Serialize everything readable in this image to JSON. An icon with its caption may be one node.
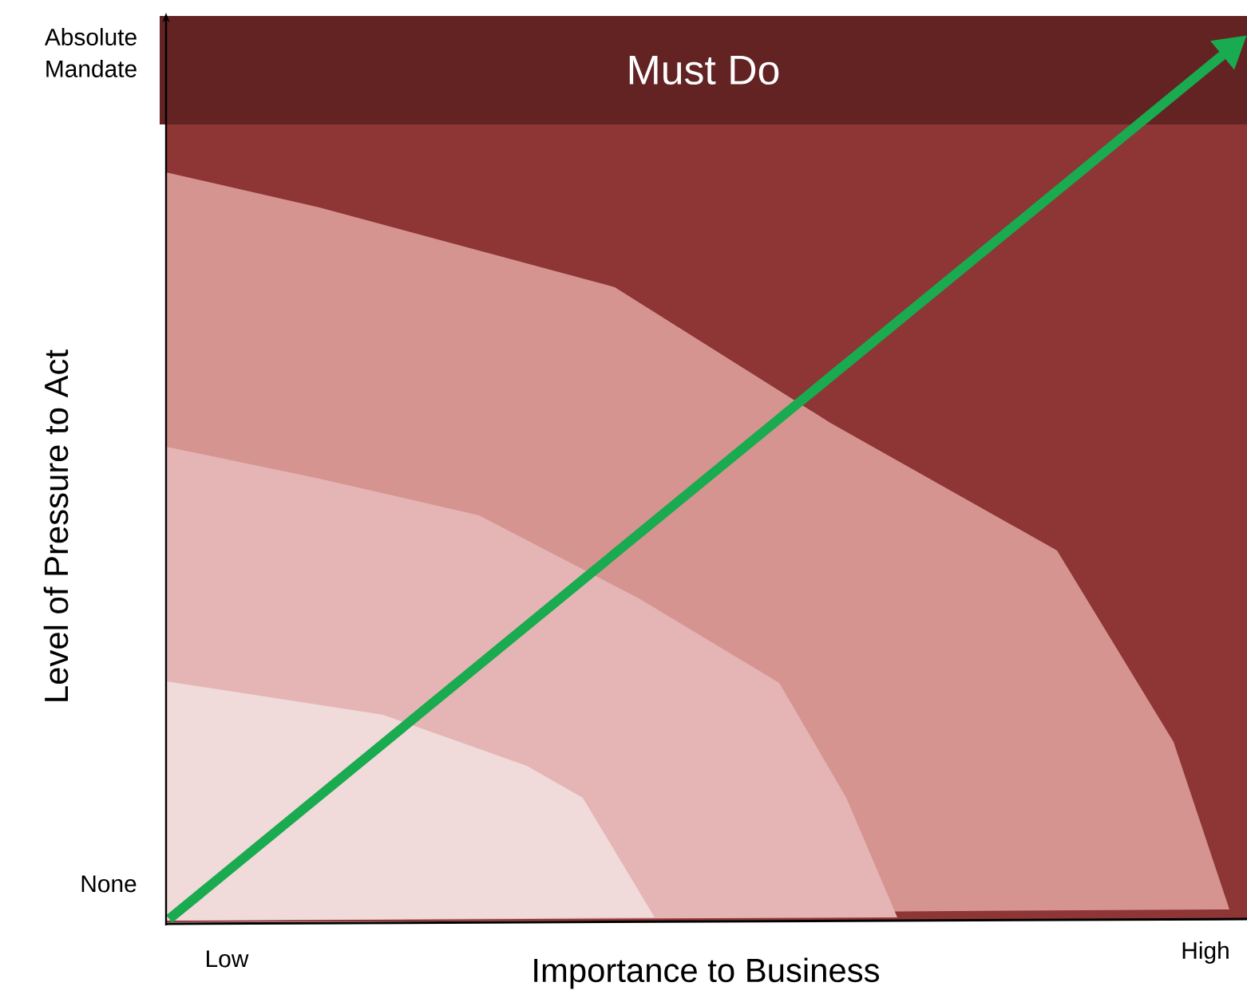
{
  "diagram": {
    "nodes": [
      {
        "text": [
          "Must Do"
        ]
      }
    ],
    "labels": [
      "Absolute Mandate",
      "Level of Pressure to Act",
      "None",
      "Low",
      "High",
      "Importance to Business"
    ]
  }
}
